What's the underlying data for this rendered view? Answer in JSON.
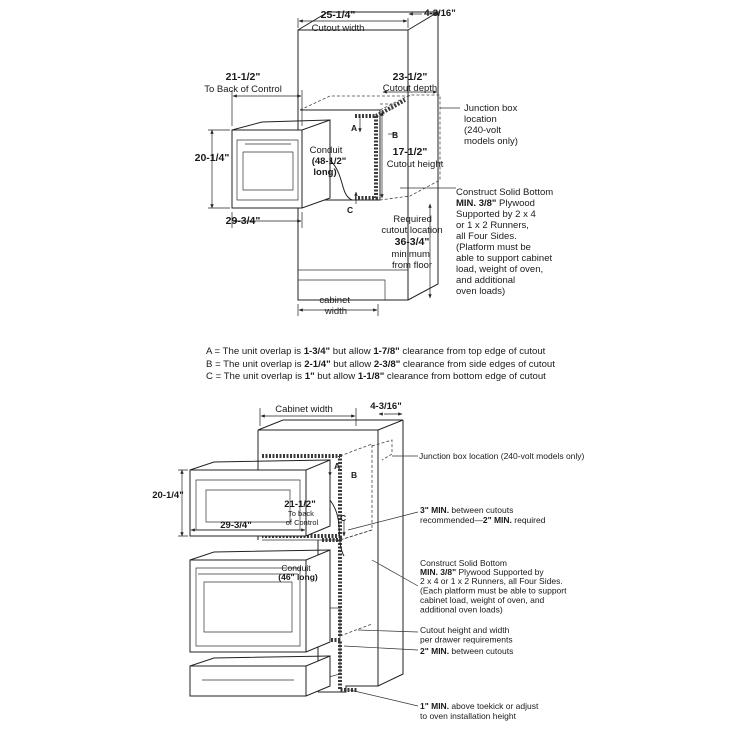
{
  "top_diagram": {
    "cutout_width_value": "25-1/4\"",
    "cutout_width_label": "Cutout width",
    "side_offset": "4-3/16\"",
    "to_back_value": "21-1/2\"",
    "to_back_label": "To Back of Control",
    "cutout_depth_value": "23-1/2\"",
    "cutout_depth_label": "Cutout depth",
    "junction_box": [
      "Junction box",
      "location",
      "(240-volt",
      "models only)"
    ],
    "label_a": "A",
    "label_b": "B",
    "label_c": "C",
    "unit_height": "20-1/4\"",
    "conduit_label": "Conduit",
    "conduit_value": "(48-1/2\"",
    "conduit_suffix": "long)",
    "cutout_height_value": "17-1/2\"",
    "cutout_height_label": "Cutout height",
    "unit_width": "29-3/4\"",
    "platform_line1": "Construct Solid Bottom",
    "platform_line2_bold": "MIN. 3/8\"",
    "platform_line2_rest": " Plywood",
    "platform_rest": [
      "Supported by 2 x 4",
      "or 1 x 2 Runners,",
      "all Four Sides.",
      "(Platform must be",
      "able to support cabinet",
      "load, weight of oven,",
      "and additional",
      "oven loads)"
    ],
    "required_location": [
      "Required",
      "cutout location"
    ],
    "min_from_floor_value": "36-3/4\"",
    "min_from_floor_label": [
      "minimum",
      "from floor"
    ],
    "cabinet_width": [
      "cabinet",
      "width"
    ]
  },
  "notes": [
    {
      "prefix": "A = The unit overlap is ",
      "overlap": "1-3/4\"",
      "middle": " but allow ",
      "clearance": "1-7/8\"",
      "suffix": " clearance from top edge of cutout"
    },
    {
      "prefix": "B = The unit overlap is ",
      "overlap": "2-1/4\"",
      "middle": " but allow ",
      "clearance": "2-3/8\"",
      "suffix": " clearance from side edges of cutout"
    },
    {
      "prefix": "C = The unit overlap is ",
      "overlap": "1\"",
      "middle": " but allow ",
      "clearance": "1-1/8\"",
      "suffix": " clearance from bottom edge of cutout"
    }
  ],
  "bottom_diagram": {
    "cabinet_width_label": "Cabinet width",
    "side_offset": "4-3/16\"",
    "junction_box": "Junction box location (240-volt models only)",
    "label_a": "A",
    "label_b": "B",
    "label_c": "C",
    "unit_height": "20-1/4\"",
    "to_back_value": "21-1/2\"",
    "to_back_label": [
      "To back",
      "of Control"
    ],
    "unit_width": "29-3/4\"",
    "between_cutouts_bold": "3\" MIN.",
    "between_cutouts_rest": " between cutouts",
    "recommended_text": "recommended—",
    "required_bold": "2\" MIN.",
    "required_rest": " required",
    "conduit_label": "Conduit",
    "conduit_value": "(46\" long)",
    "platform_line1": "Construct Solid Bottom",
    "platform_line2_bold": "MIN. 3/8\"",
    "platform_line2_rest": " Plywood Supported by",
    "platform_rest": [
      "2 x 4 or 1 x 2 Runners, all Four Sides.",
      "(Each platform must be able to support",
      "cabinet load, weight of oven, and",
      "additional oven loads)"
    ],
    "drawer_req": [
      "Cutout height and width",
      "per drawer requirements"
    ],
    "min2_bold": "2\" MIN.",
    "min2_rest": " between cutouts",
    "toekick_bold": "1\" MIN.",
    "toekick_rest": " above toekick or adjust",
    "toekick_line2": "to oven installation height"
  }
}
